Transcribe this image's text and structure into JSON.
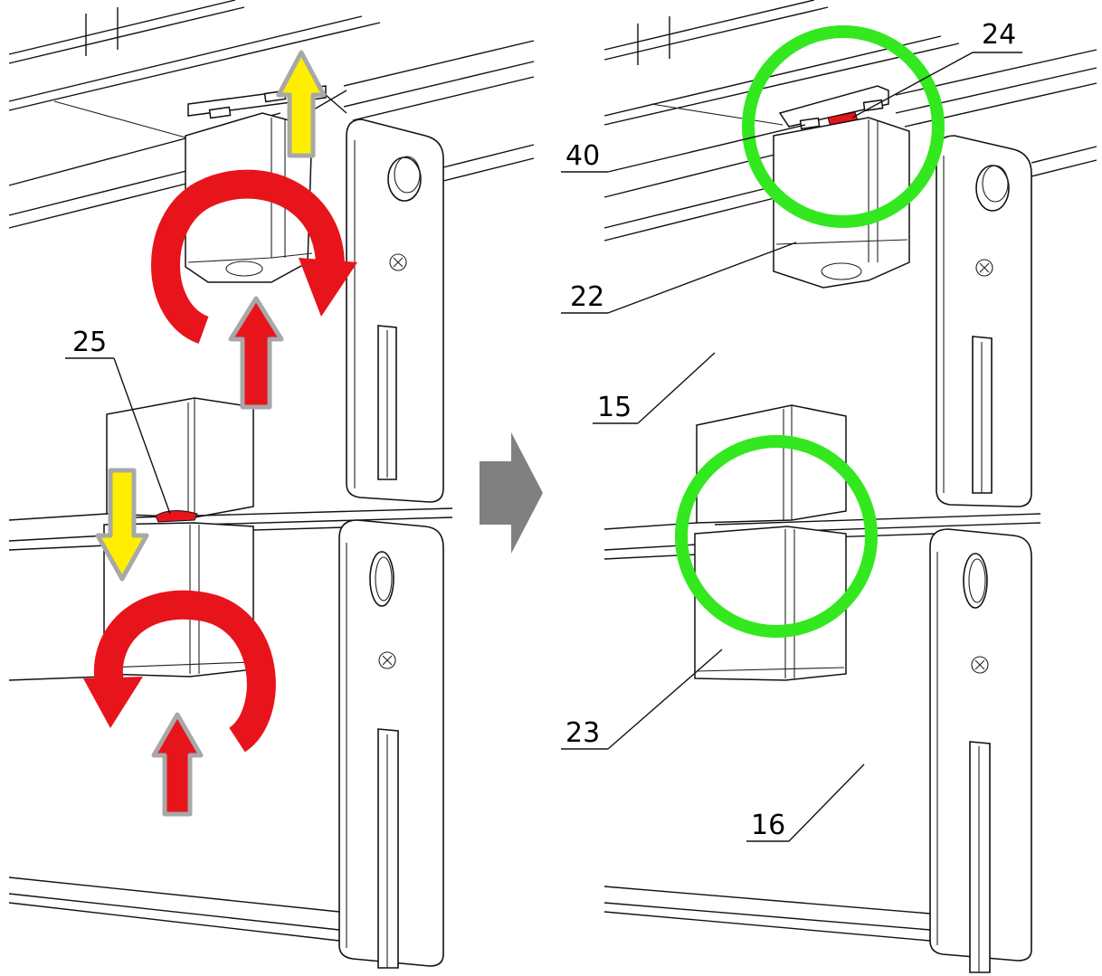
{
  "figure": {
    "colors": {
      "rotation_arrow": "#e8141c",
      "lift_arrow": "#e8141c",
      "yellow_arrow": "#ffee00",
      "arrow_outline": "#a8a8a8",
      "highlight_circle": "#33e81f",
      "marker": "#e8141c",
      "transition_arrow": "#808080",
      "line": "#111111"
    },
    "left_panel": {
      "labels": {
        "l25": "25"
      }
    },
    "right_panel": {
      "labels": {
        "l24": "24",
        "l40": "40",
        "l22": "22",
        "l15": "15",
        "l23": "23",
        "l16": "16"
      }
    },
    "icons": {
      "transition": "arrow-right-icon",
      "rotation": "curved-arrow-icon",
      "circle": "highlight-circle-icon"
    }
  }
}
